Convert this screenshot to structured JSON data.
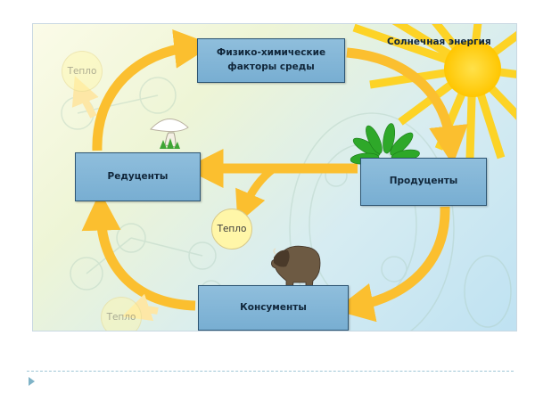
{
  "diagram": {
    "nodes": {
      "factors": "Физико-химические факторы среды",
      "producers": "Продуценты",
      "reducers": "Редуценты",
      "consumers": "Консументы"
    },
    "sun_label": "Солнечная энергия",
    "heat_main": "Тепло",
    "heat_faded_top": "Тепло",
    "heat_faded_bottom": "Тепло"
  },
  "colors": {
    "arrow": "#fbbf2f",
    "box_fill": "#86b9da",
    "box_border": "#2d5573",
    "sun": "#ffd21c",
    "heat_circle": "#fff6a8"
  },
  "icons": [
    "sun-icon",
    "mushroom-icon",
    "leaf-icon",
    "bison-icon"
  ]
}
